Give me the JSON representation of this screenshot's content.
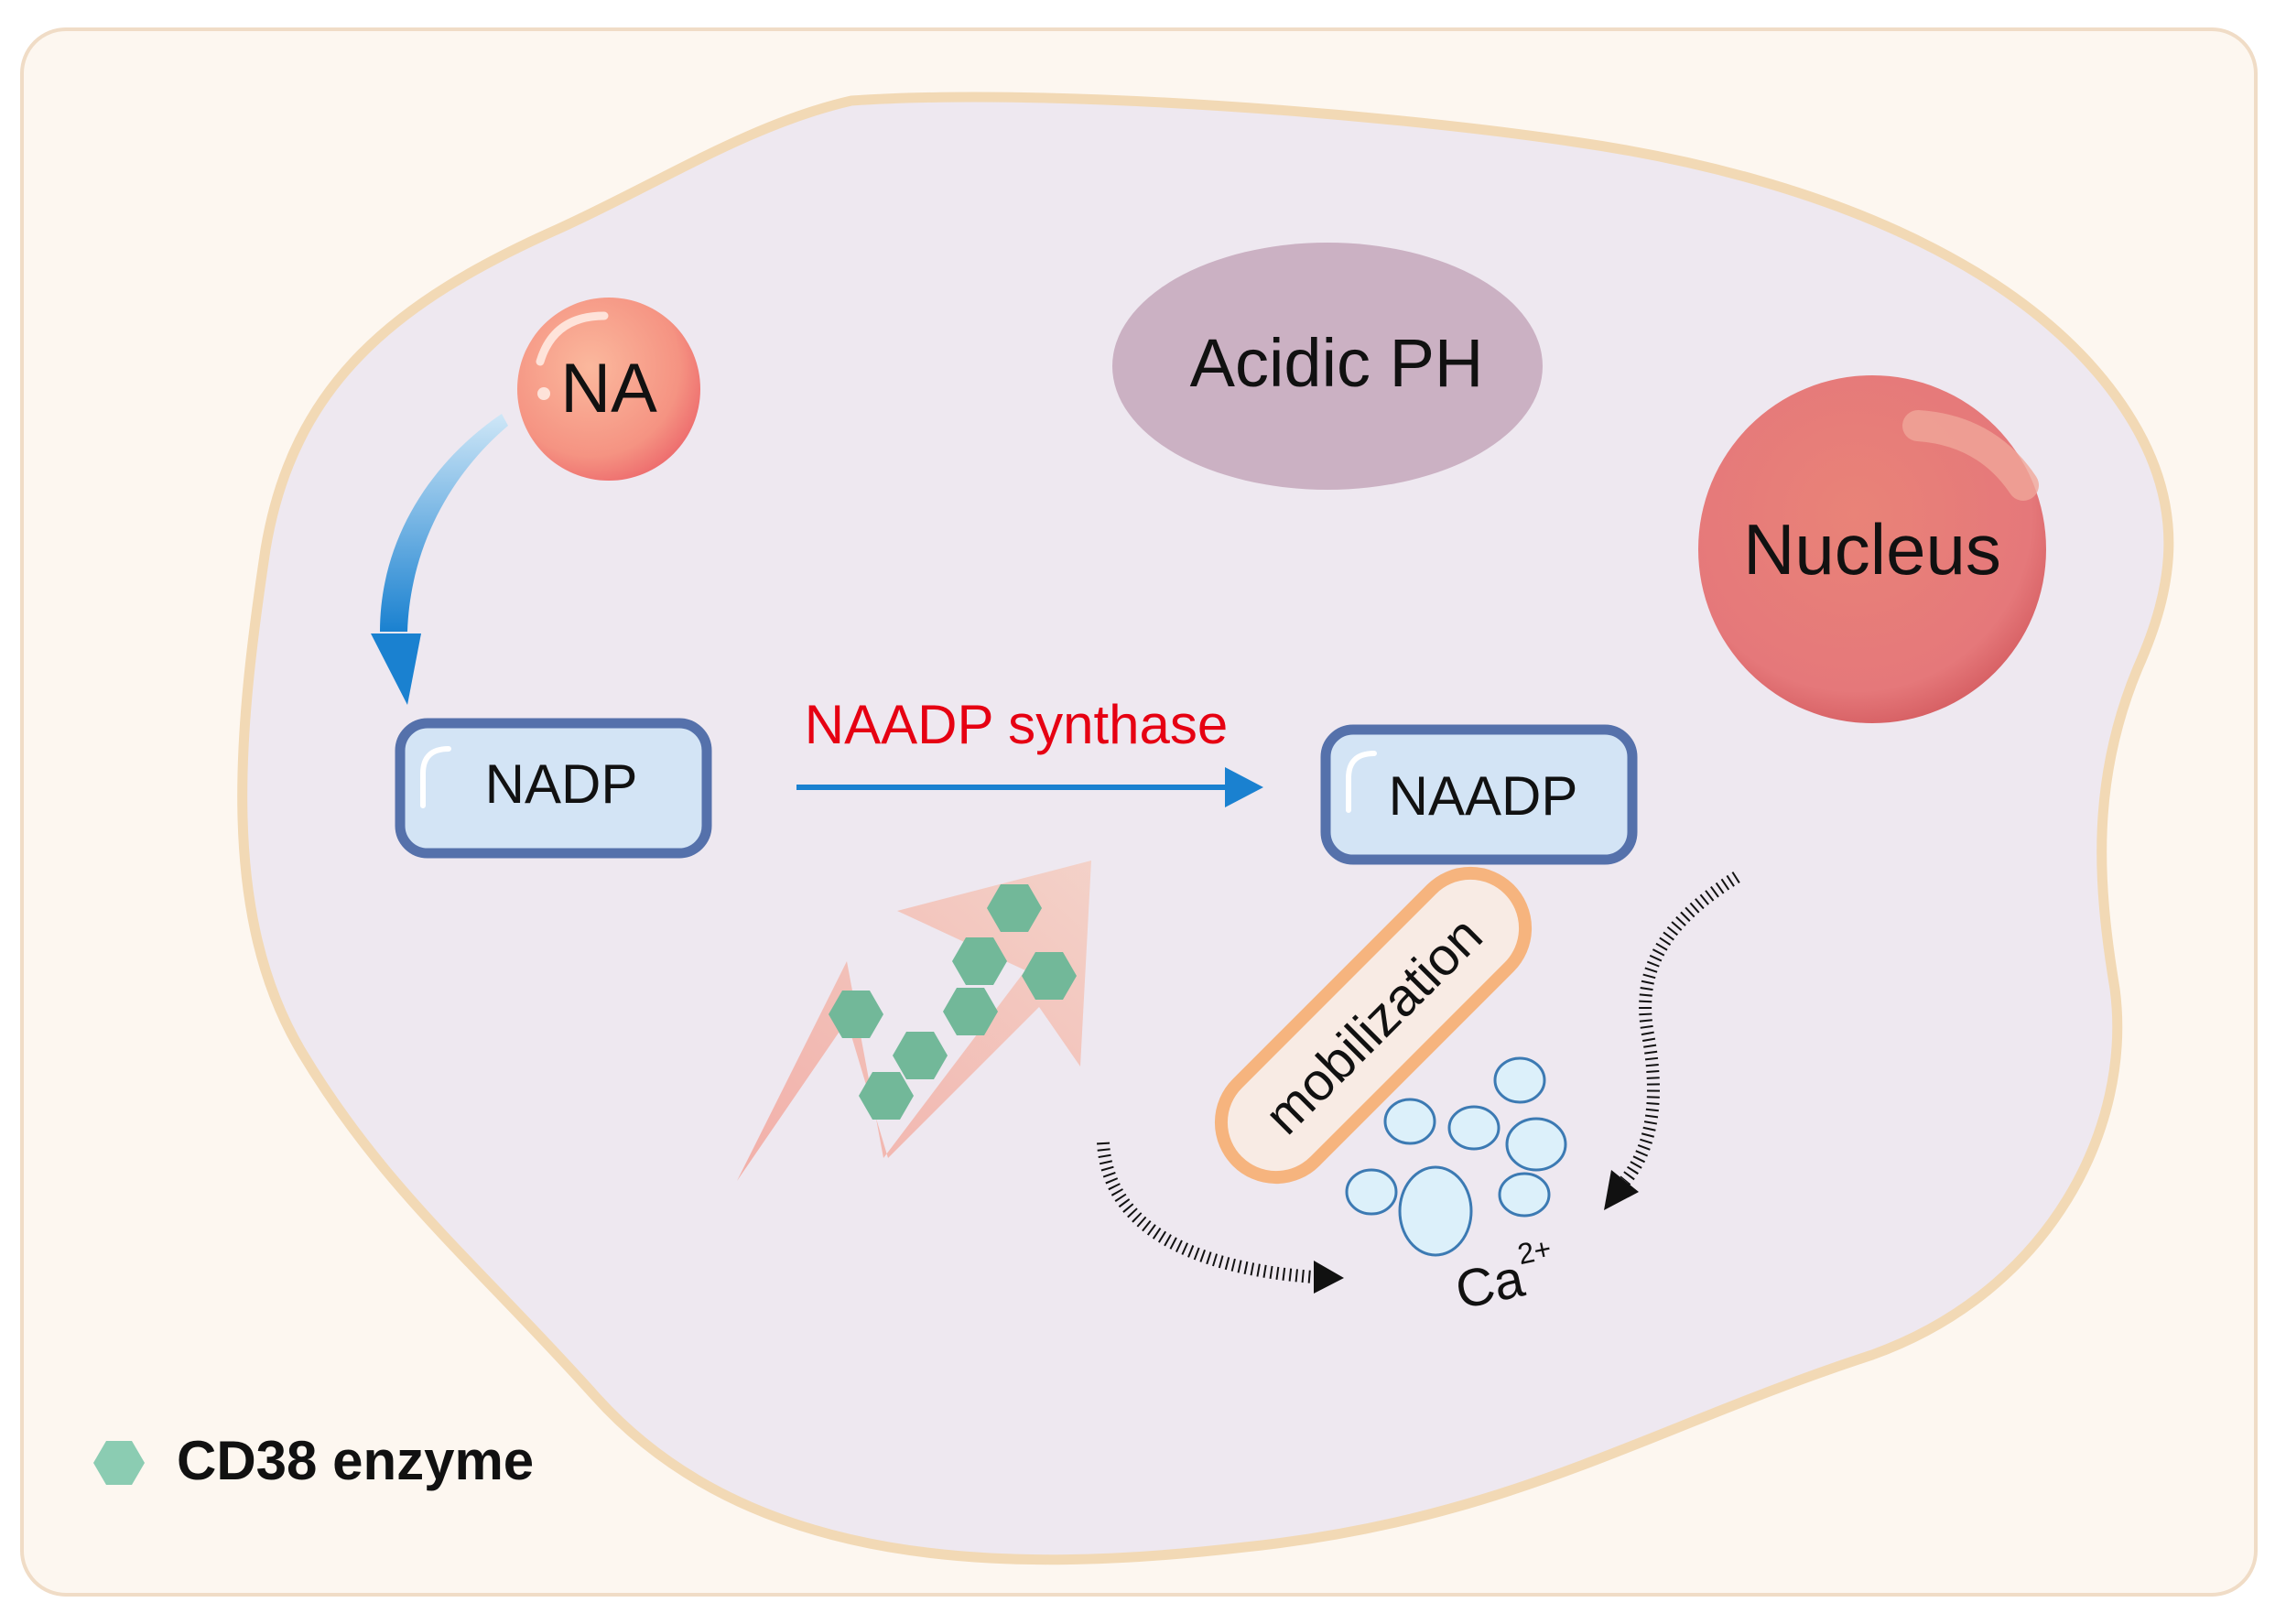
{
  "labels": {
    "na": "NA",
    "acidic_ph": "Acidic PH",
    "nucleus": "Nucleus",
    "nadp": "NADP",
    "naadp": "NAADP",
    "synthase": "NAADP synthase",
    "mobilization": "mobilization",
    "ca": "Ca",
    "ca_charge": "2+"
  },
  "legend": {
    "label": "CD38 enzyme"
  },
  "colors": {
    "background": "#fdf7f0",
    "cell_fill": "#eee8f0",
    "cell_border": "#f2d9b5",
    "na_fill": "#f7988a",
    "acidic_ph_fill": "#cbb1c3",
    "nucleus_fill": "#e6787a",
    "box_fill": "#d3e4f5",
    "box_border": "#5571ab",
    "arrow_blue": "#1a81d0",
    "synthase_text": "#e60012",
    "enzyme": "#72b899",
    "up_arrow": "#f1bcb4",
    "mobilization_fill": "#f8ebe4",
    "mobilization_border": "#f6b47e",
    "calcium_fill": "#dcf0fa",
    "calcium_border": "#3c7ab3"
  }
}
